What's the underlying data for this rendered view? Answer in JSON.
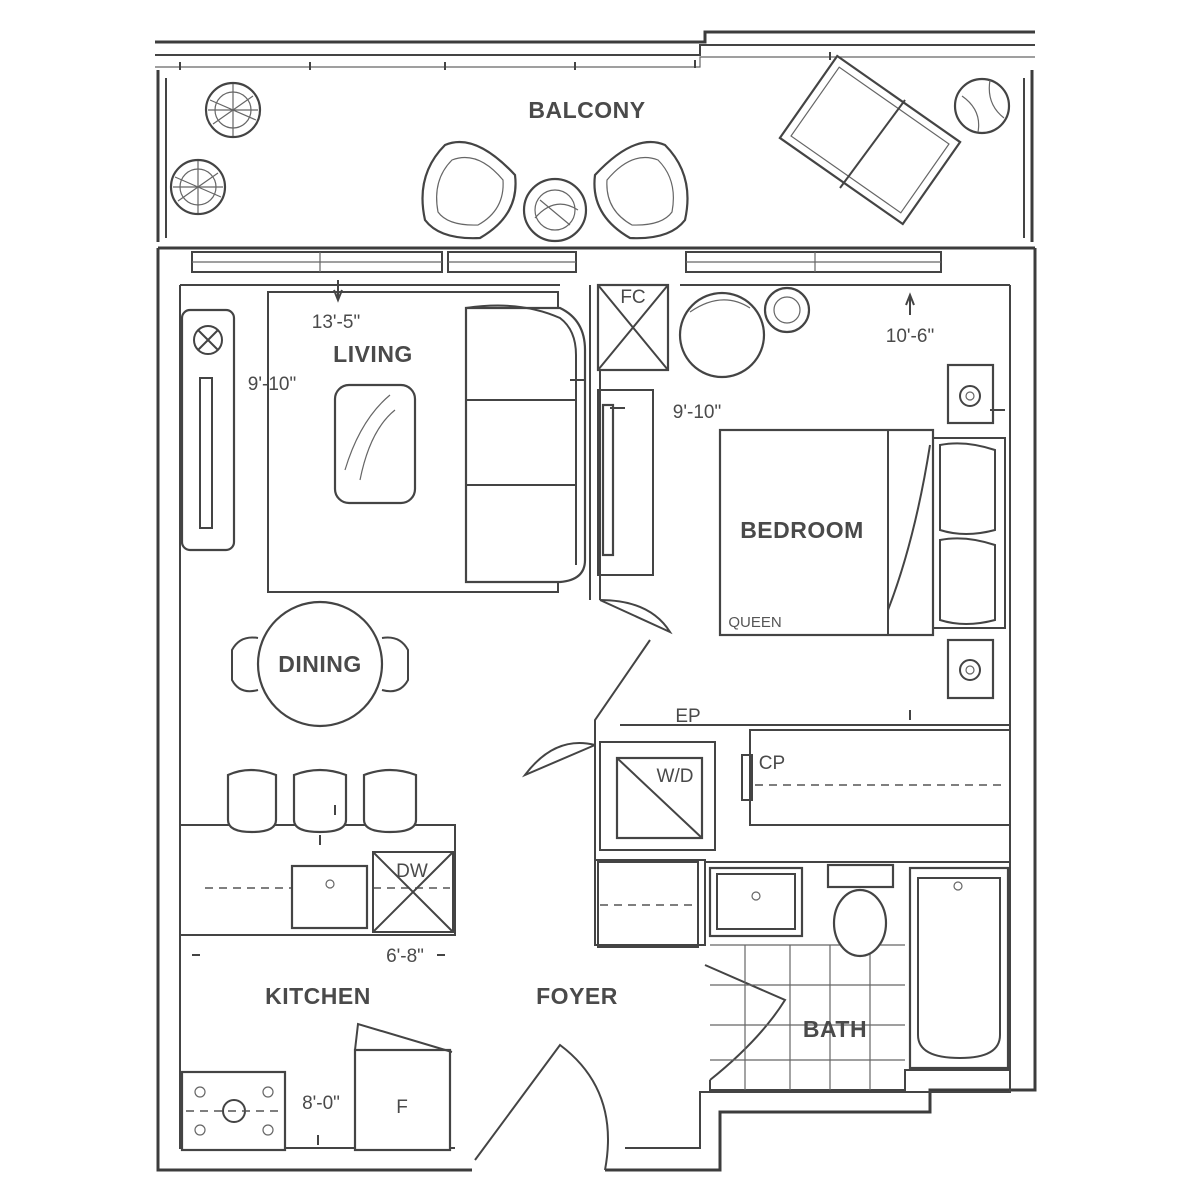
{
  "rooms": {
    "balcony": "BALCONY",
    "living": "LIVING",
    "bedroom": "BEDROOM",
    "dining": "DINING",
    "kitchen": "KITCHEN",
    "foyer": "FOYER",
    "bath": "BATH"
  },
  "fixtures": {
    "fc": "FC",
    "ep": "EP",
    "wd": "W/D",
    "cp": "CP",
    "dw": "DW",
    "fridge": "F",
    "bed_size": "QUEEN"
  },
  "dimensions": {
    "living_width": "13'-5\"",
    "living_depth": "9'-10\"",
    "bedroom_width": "10'-6\"",
    "bedroom_depth": "9'-10\"",
    "kitchen_width": "6'-8\"",
    "kitchen_depth": "8'-0\""
  },
  "colors": {
    "line": "#3c3c3c",
    "text": "#4a4a4a",
    "background": "#ffffff"
  }
}
